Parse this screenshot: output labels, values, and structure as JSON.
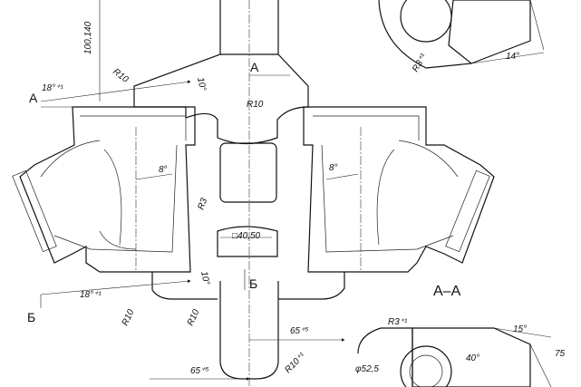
{
  "drawing": {
    "labels": {
      "dim_100_140": "100,140",
      "r10_top": "R10",
      "ang10_top": "10°",
      "section_a_left": "А",
      "section_a_right": "А",
      "ang18_top": "18°⁺¹",
      "r10_mid": "R10",
      "ang8_left": "8°",
      "ang8_right": "8°",
      "r3_center": "R3",
      "square_40_50": "□40,50",
      "section_b_left": "Б",
      "section_b_right": "Б",
      "ang18_bottom": "18°⁺¹",
      "ang10_bottom": "10°",
      "r10_bottom_left": "R10",
      "r10_bottom_mid": "R10",
      "dim_65_right": "65⁺⁵",
      "dim_65_left": "65⁺⁵",
      "r10_bottom_center": "R10⁺¹",
      "section_title": "А–А",
      "r3_detail_top": "R3⁺¹",
      "ang14_detail": "14°",
      "r3_detail_bottom": "R3⁺¹",
      "ang15_detail": "15°",
      "ang40_detail": "40°",
      "phi_52_5": "φ52,5",
      "dim_75": "75"
    }
  }
}
